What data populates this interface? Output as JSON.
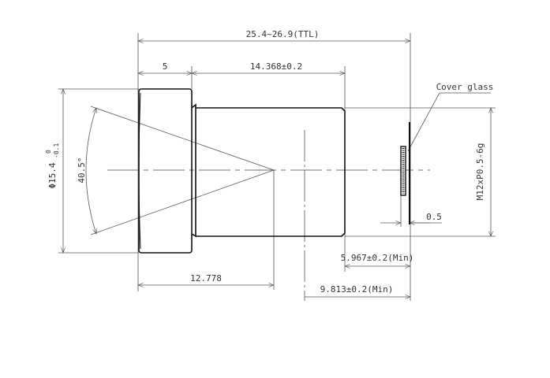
{
  "dimensions": {
    "total_length": "25.4~26.9(TTL)",
    "front_barrel_length": "5",
    "body_length": "14.368±0.2",
    "diameter": "Φ15.4",
    "diameter_tol_upper": "0",
    "diameter_tol_lower": "-0.1",
    "field_angle": "40.5°",
    "thread": "M12xP0.5-6g",
    "cover_glass_thickness": "0.5",
    "back_flange": "5.967±0.2(Min)",
    "front_to_apex": "12.778",
    "lens_to_sensor": "9.813±0.2(Min)"
  },
  "labels": {
    "cover_glass": "Cover glass"
  }
}
